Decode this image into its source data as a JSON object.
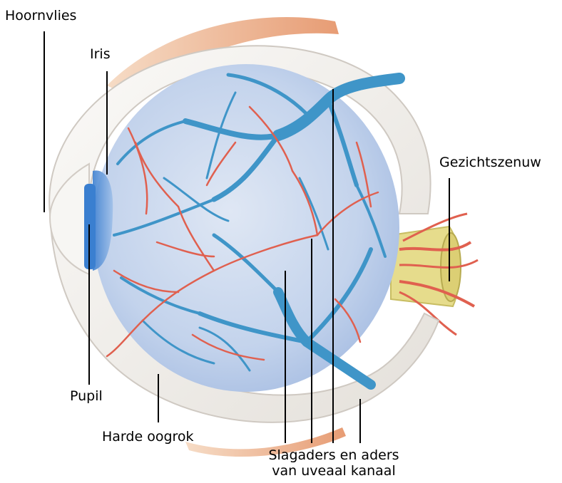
{
  "labels": {
    "cornea": "Hoornvlies",
    "iris": "Iris",
    "optic_nerve": "Gezichtszenuw",
    "pupil": "Pupil",
    "sclera": "Harde oogrok",
    "vessels_line1": "Slagaders en aders",
    "vessels_line2": "van uveaal kanaal"
  },
  "colors": {
    "artery": "#e0604f",
    "vein": "#3f95c8",
    "sclera": "#f3f0ec",
    "choroid": "#bcd0ea",
    "nerve": "#e6dc8c",
    "muscle": "#efb58e",
    "leader": "#000000"
  }
}
